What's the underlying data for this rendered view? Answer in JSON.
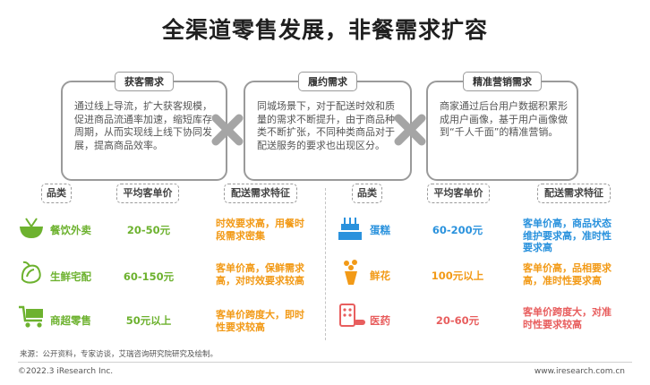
{
  "title": "全渠道零售发展，非餐需求扩容",
  "boxes": [
    {
      "title": "获客需求",
      "text": "通过线上导流，扩大获客规模，促进商品流通率加速，缩短库存周期，从而实现线上线下协同发展，提高商品效率。"
    },
    {
      "title": "履约需求",
      "text": "同城场景下，对于配送时效和质量的需求不断提升，由于商品种类不断扩张，不同种类商品对于配送服务的要求也出现区分。"
    },
    {
      "title": "精准营销需求",
      "text": "商家通过后台用户数据积累形成用户画像，基于用户画像做到“千人千面”的精准营销。"
    }
  ],
  "headers": {
    "category": "品类",
    "price": "平均客单价",
    "feature": "配送需求特征"
  },
  "left_rows": [
    {
      "icon": "bowl-icon",
      "category": "餐饮外卖",
      "price": "20-50元",
      "feature": "时效要求高，用餐时段需求密集"
    },
    {
      "icon": "vegetable-icon",
      "category": "生鲜宅配",
      "price": "60-150元",
      "feature": "客单价高，保鲜需求高，对时效要求较高"
    },
    {
      "icon": "cart-icon",
      "category": "商超零售",
      "price": "50元以上",
      "feature": "客单价跨度大，即时性要求较高"
    }
  ],
  "right_rows": [
    {
      "icon": "cake-icon",
      "category": "蛋糕",
      "price": "60-200元",
      "feature": "客单价高，商品状态维护要求高，准时性要求高"
    },
    {
      "icon": "flower-icon",
      "category": "鲜花",
      "price": "100元以上",
      "feature": "客单价高，品相要求高，准时性要求高"
    },
    {
      "icon": "medicine-icon",
      "category": "医药",
      "price": "20-60元",
      "feature": "客单价跨度大，对准时性要求较高"
    }
  ],
  "colors": {
    "green": "#6db22f",
    "blue": "#2a92dd",
    "orange": "#f29a17",
    "red": "#e85e5e",
    "cross": "#a5a5a5"
  },
  "source": "来源：公开资料，专家访谈，艾瑞咨询研究院研究及绘制。",
  "footer": {
    "left": "©2022.3 iResearch Inc.",
    "right": "www.iresearch.com.cn"
  }
}
